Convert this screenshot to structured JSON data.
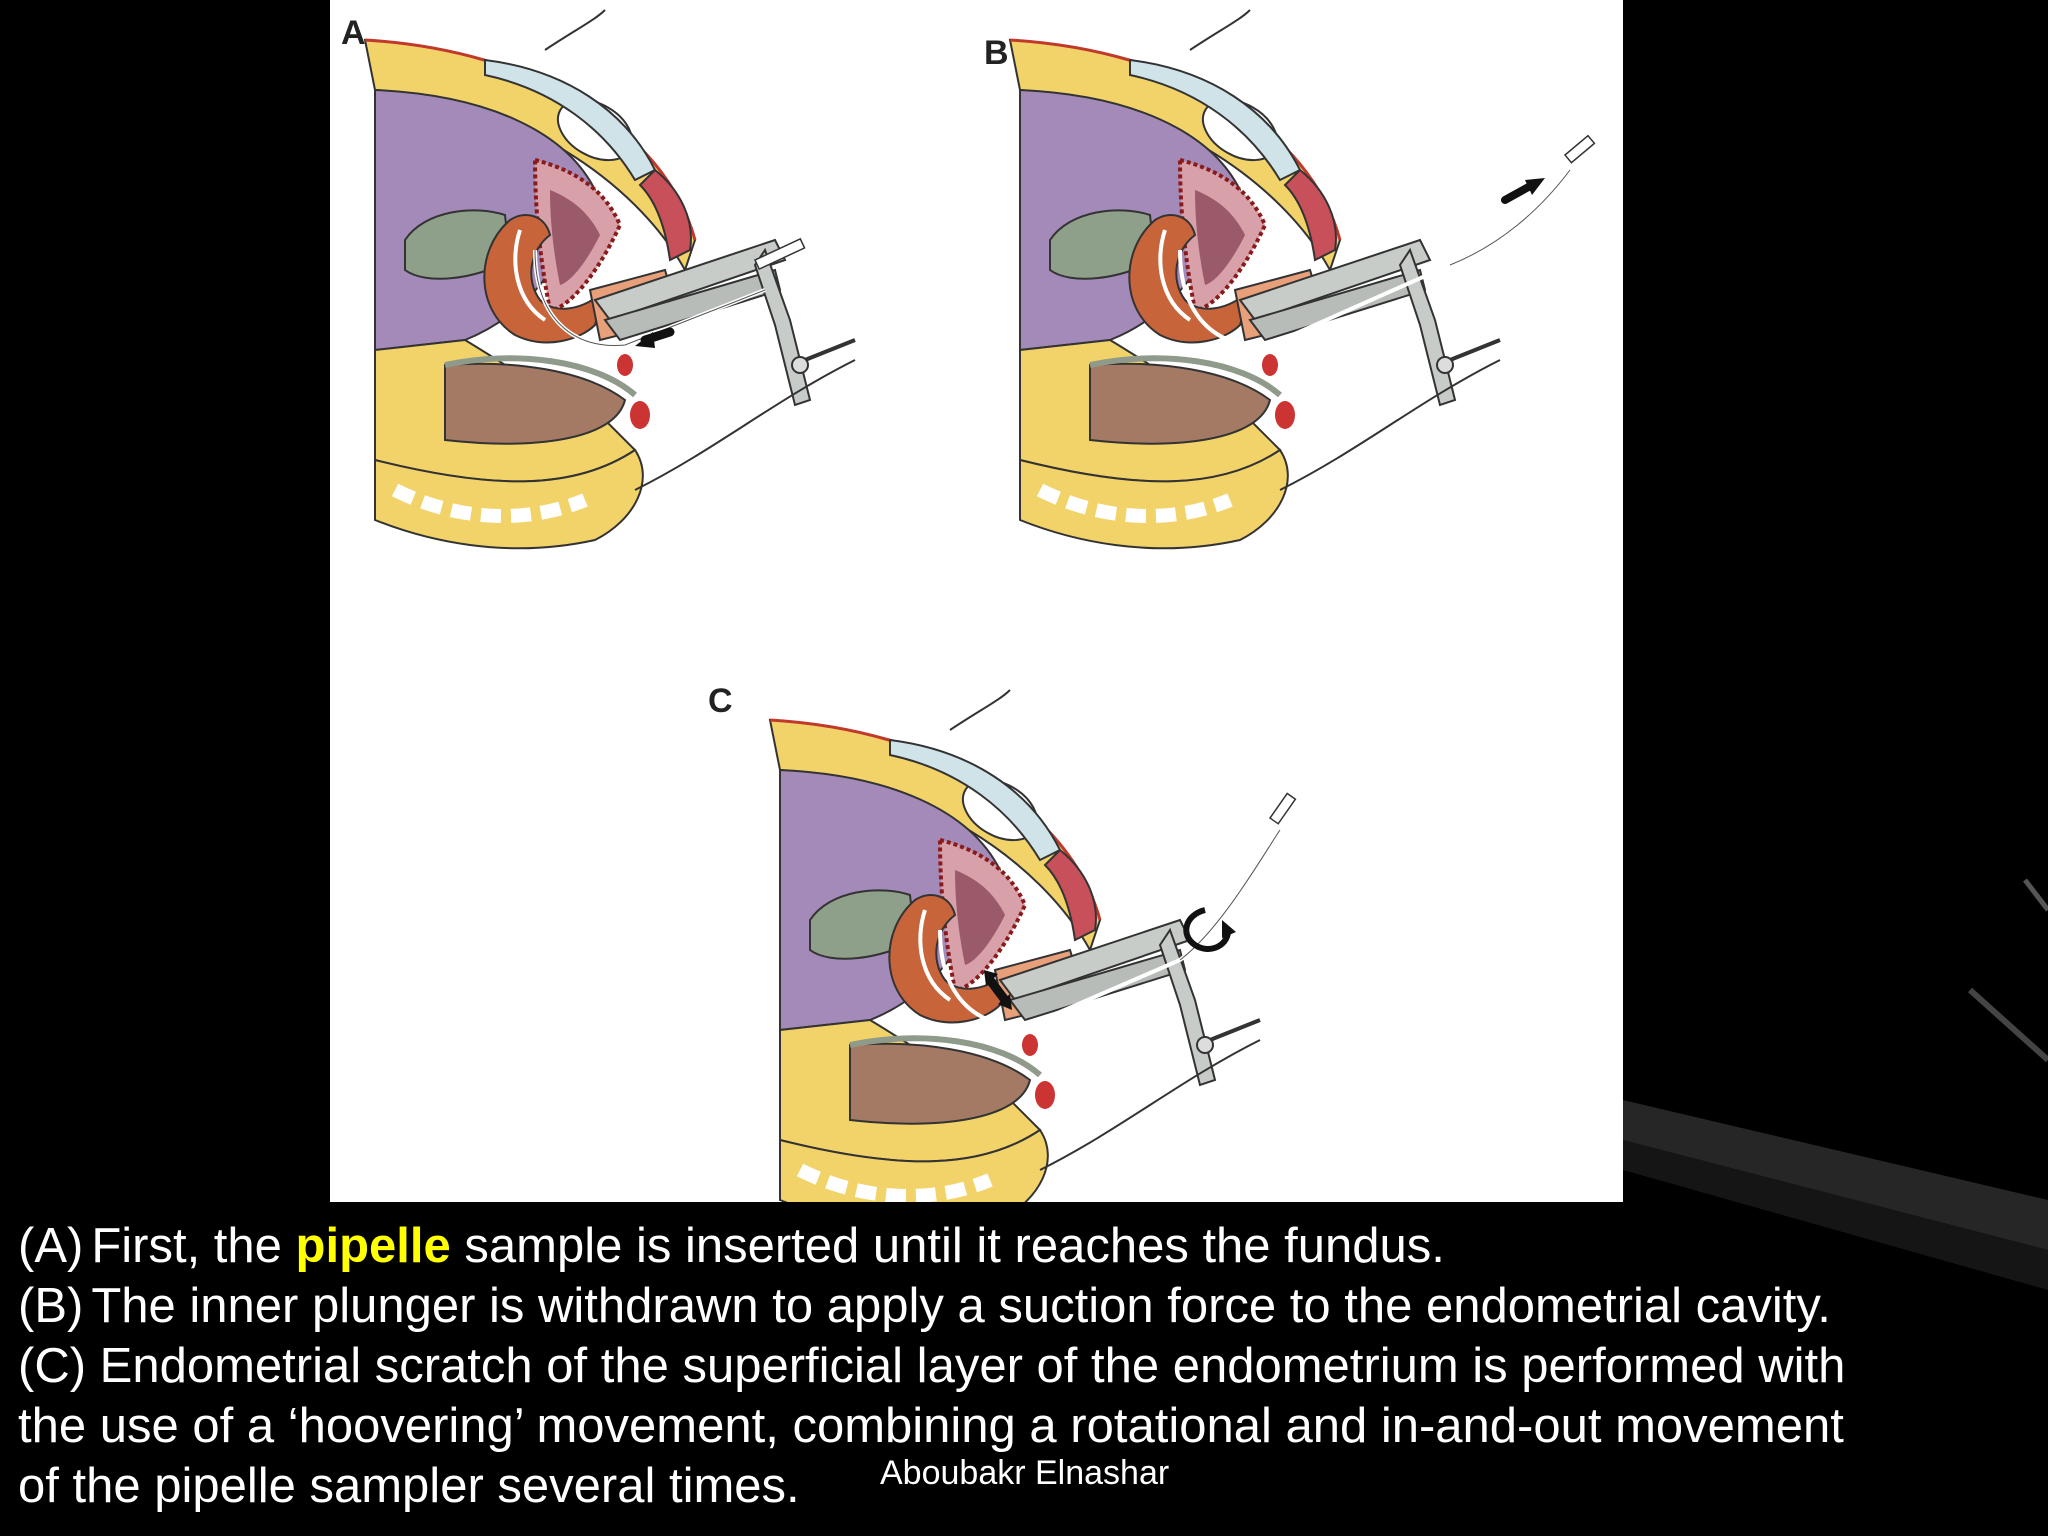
{
  "figure": {
    "panels": [
      {
        "label": "A",
        "arrow": "in"
      },
      {
        "label": "B",
        "arrow": "out"
      },
      {
        "label": "C",
        "arrow": "rotate"
      }
    ]
  },
  "caption": {
    "lines": [
      {
        "prefix": "(A)",
        "before": "First, the ",
        "highlight": "pipelle",
        "after": " sample is inserted until it reaches the fundus."
      },
      {
        "prefix": "(B)",
        "text": "The inner plunger is withdrawn to apply a suction force to the endometrial cavity."
      },
      {
        "prefix": "(C)",
        "text": " Endometrial scratch of the superficial layer of the endometrium is performed with"
      },
      {
        "text": "the use of a ‘hoovering’ movement, combining a rotational and in-and-out movement"
      },
      {
        "text": "of the pipelle sampler several times."
      }
    ],
    "highlight_color": "#ffff00"
  },
  "author": "Aboubakr Elnashar",
  "colors": {
    "background": "#000000",
    "caption_text": "#ffffff",
    "highlight": "#ffff00"
  }
}
